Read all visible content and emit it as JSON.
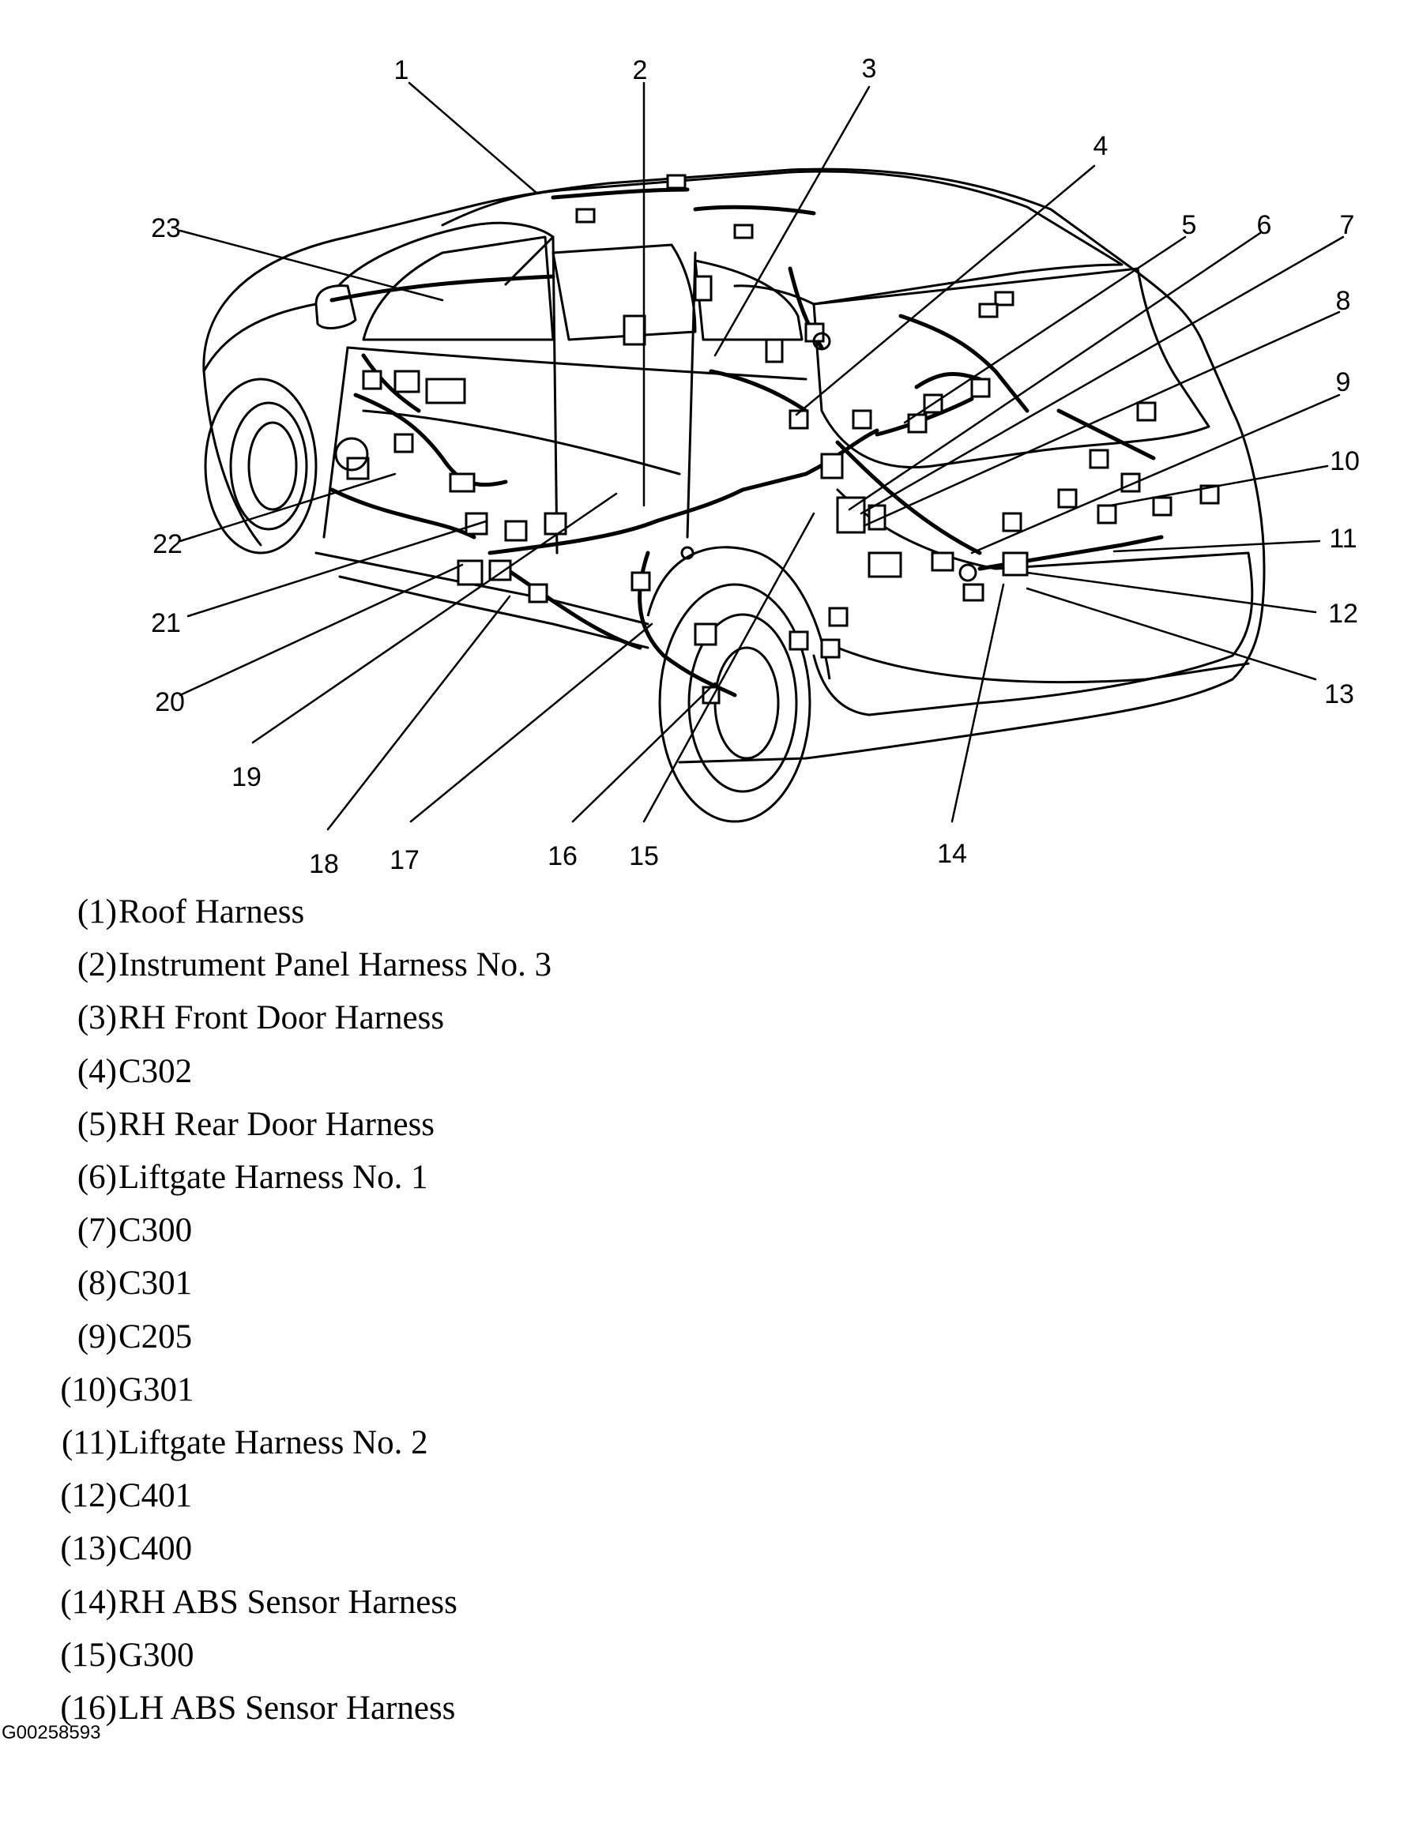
{
  "callouts": [
    "1",
    "2",
    "3",
    "4",
    "5",
    "6",
    "7",
    "8",
    "9",
    "10",
    "11",
    "12",
    "13",
    "14",
    "15",
    "16",
    "17",
    "18",
    "19",
    "20",
    "21",
    "22",
    "23"
  ],
  "legend": [
    {
      "num": "(1)",
      "label": "Roof Harness"
    },
    {
      "num": "(2)",
      "label": "Instrument Panel Harness No. 3"
    },
    {
      "num": "(3)",
      "label": "RH Front Door Harness"
    },
    {
      "num": "(4)",
      "label": "C302"
    },
    {
      "num": "(5)",
      "label": "RH Rear Door Harness"
    },
    {
      "num": "(6)",
      "label": "Liftgate Harness No. 1"
    },
    {
      "num": "(7)",
      "label": "C300"
    },
    {
      "num": "(8)",
      "label": "C301"
    },
    {
      "num": "(9)",
      "label": "C205"
    },
    {
      "num": "(10)",
      "label": "G301"
    },
    {
      "num": "(11)",
      "label": "Liftgate Harness No. 2"
    },
    {
      "num": "(12)",
      "label": "C401"
    },
    {
      "num": "(13)",
      "label": "C400"
    },
    {
      "num": "(14)",
      "label": "RH ABS Sensor Harness"
    },
    {
      "num": "(15)",
      "label": "G300"
    },
    {
      "num": "(16)",
      "label": "LH ABS Sensor Harness"
    }
  ],
  "figure_id": "G00258593"
}
